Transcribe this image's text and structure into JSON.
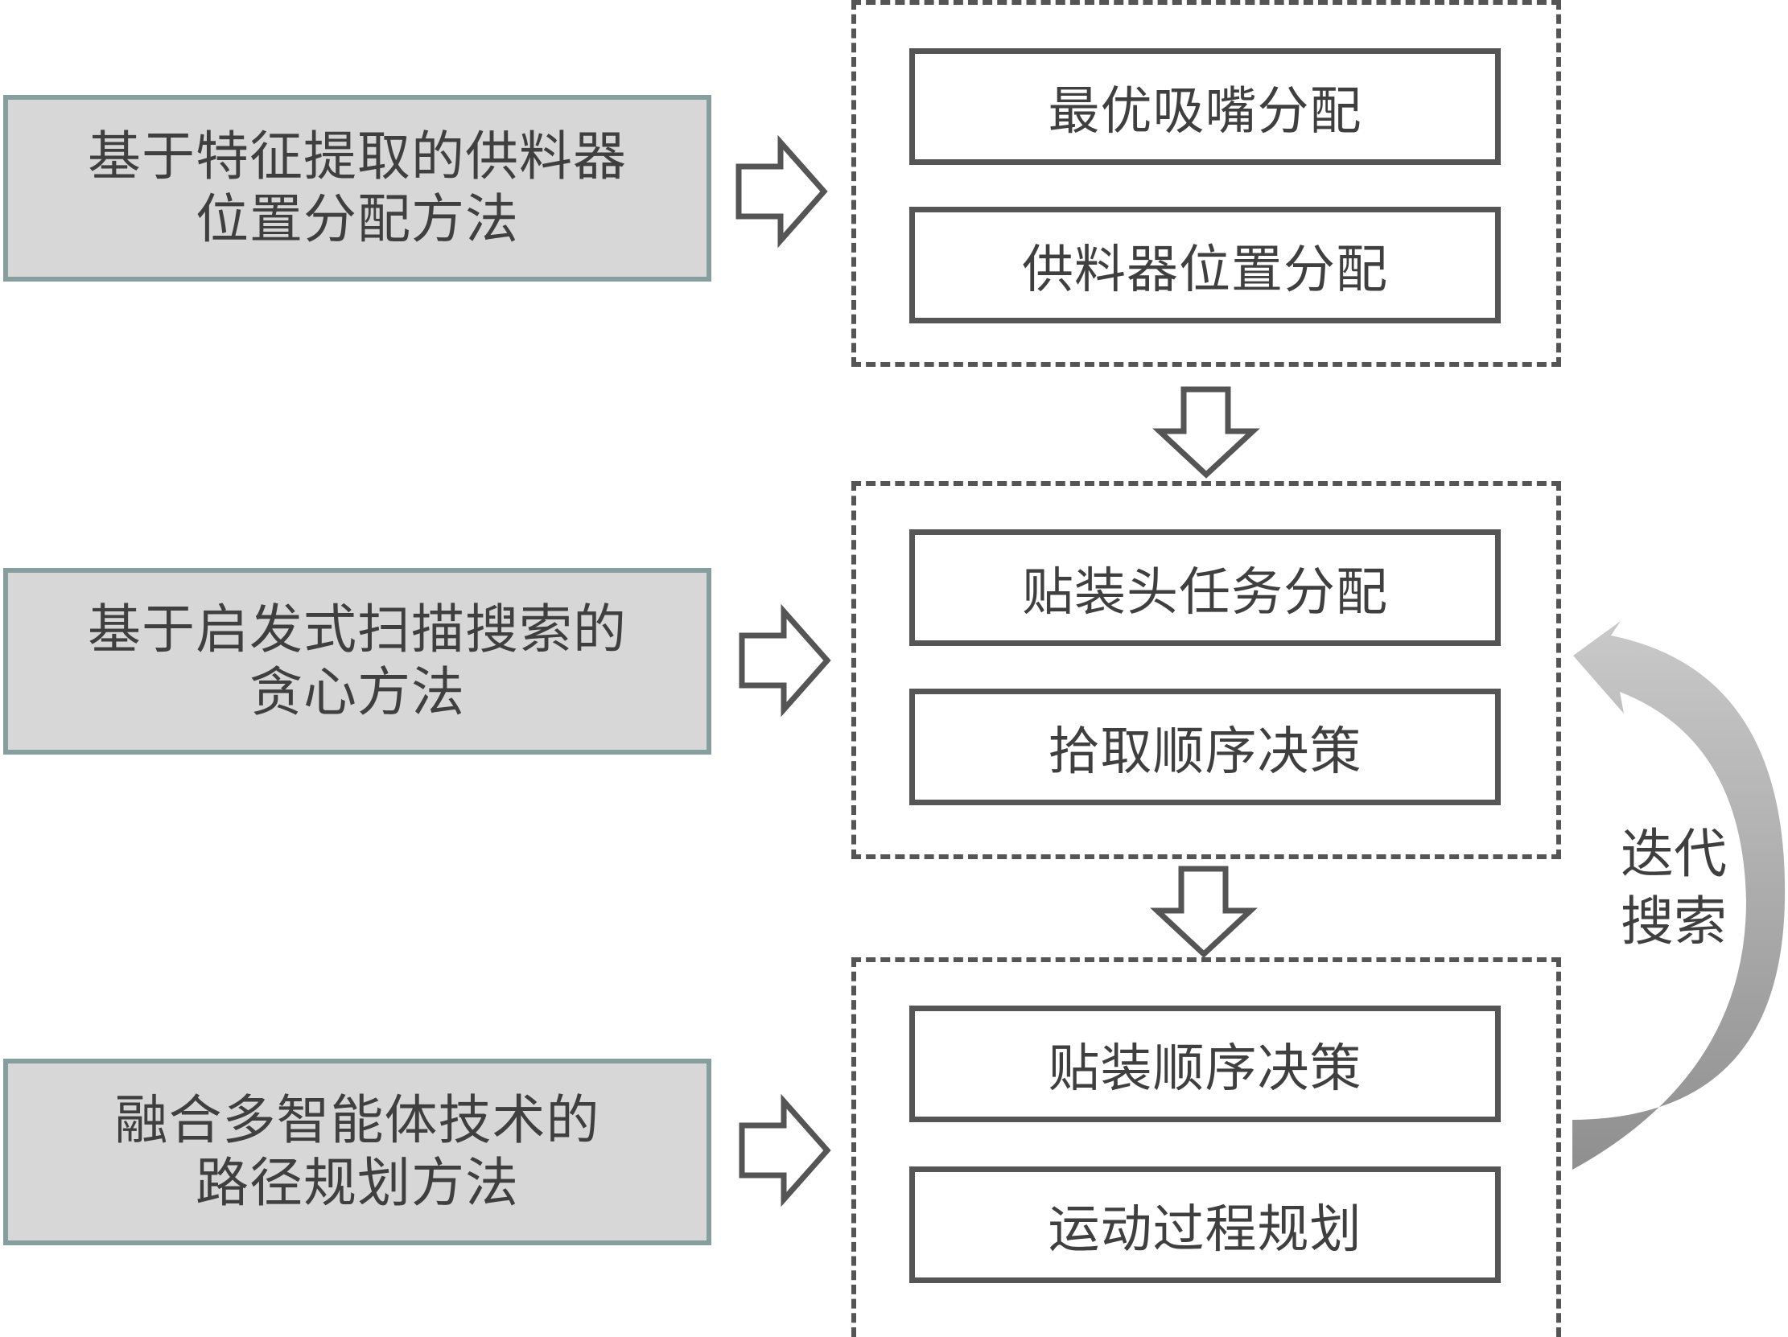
{
  "methods": [
    {
      "lines": [
        "基于特征提取的供料器",
        "位置分配方法"
      ]
    },
    {
      "lines": [
        "基于启发式扫描搜索的",
        "贪心方法"
      ]
    },
    {
      "lines": [
        "融合多智能体技术的",
        "路径规划方法"
      ]
    }
  ],
  "stages": [
    {
      "steps": [
        "最优吸嘴分配",
        "供料器位置分配"
      ]
    },
    {
      "steps": [
        "贴装头任务分配",
        "拾取顺序决策"
      ]
    },
    {
      "steps": [
        "贴装顺序决策",
        "运动过程规划"
      ]
    }
  ],
  "loop": {
    "lines": [
      "迭代",
      "搜索"
    ]
  },
  "colors": {
    "method_fill": "#d7d7d7",
    "method_border": "#869e9e",
    "outline": "#555555",
    "loop_arrow": "#a6a6a6",
    "text": "#3f3f3f"
  }
}
